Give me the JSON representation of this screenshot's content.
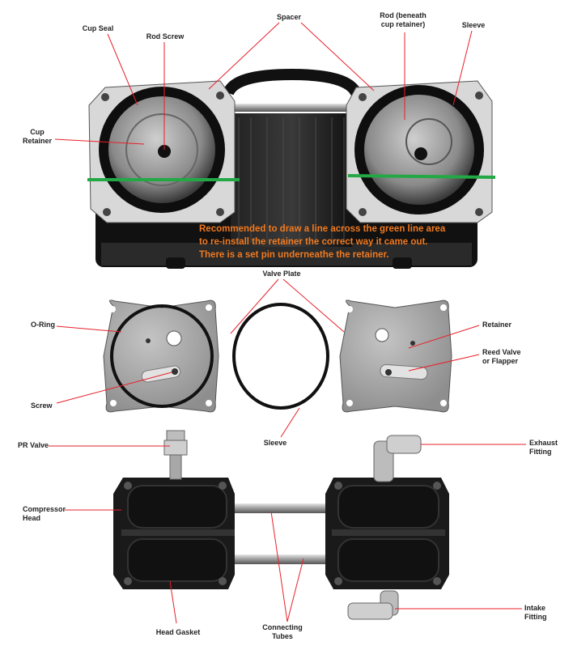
{
  "labels": {
    "cup_seal": "Cup Seal",
    "rod_screw": "Rod Screw",
    "spacer": "Spacer",
    "rod_beneath_line1": "Rod (beneath",
    "rod_beneath_line2": "cup retainer)",
    "sleeve_top": "Sleeve",
    "cup_retainer_line1": "Cup",
    "cup_retainer_line2": "Retainer",
    "valve_plate": "Valve Plate",
    "o_ring": "O-Ring",
    "retainer": "Retainer",
    "reed_valve_line1": "Reed Valve",
    "reed_valve_line2": "or Flapper",
    "screw": "Screw",
    "sleeve_mid": "Sleeve",
    "pr_valve": "PR Valve",
    "exhaust_line1": "Exhaust",
    "exhaust_line2": "Fitting",
    "compressor_head_line1": "Compressor",
    "compressor_head_line2": "Head",
    "head_gasket": "Head Gasket",
    "connecting_line1": "Connecting",
    "connecting_line2": "Tubes",
    "intake_line1": "Intake",
    "intake_line2": "Fitting"
  },
  "note": {
    "line1": "Recommended to draw a line across the green line area",
    "line2": "to re-install the retainer the correct way it came out.",
    "line3": "There is a set pin underneathe the retainer."
  },
  "colors": {
    "leader": "#e8202a",
    "guide_line": "#23a845",
    "note_text": "#f07a20",
    "part_dark": "#1a1a1a",
    "metal": "#c8c8c8"
  }
}
